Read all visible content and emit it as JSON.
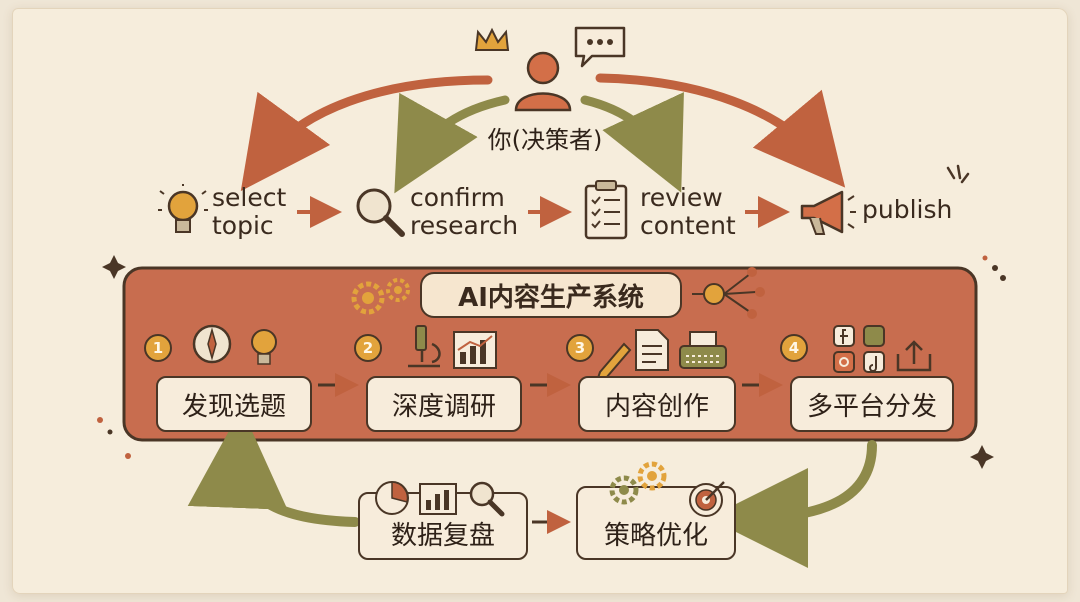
{
  "decider": {
    "label": "你(决策者)"
  },
  "human_steps": [
    {
      "id": "select",
      "line1": "select",
      "line2": "topic"
    },
    {
      "id": "confirm",
      "line1": "confirm",
      "line2": "research"
    },
    {
      "id": "review",
      "line1": "review",
      "line2": "content"
    },
    {
      "id": "publish",
      "line1": "publish",
      "line2": ""
    }
  ],
  "system": {
    "title": "AI内容生产系统",
    "stages": [
      {
        "num": "1",
        "label": "发现选题"
      },
      {
        "num": "2",
        "label": "深度调研"
      },
      {
        "num": "3",
        "label": "内容创作"
      },
      {
        "num": "4",
        "label": "多平台分发"
      }
    ]
  },
  "feedback": {
    "review_label": "数据复盘",
    "optimize_label": "策略优化"
  },
  "colors": {
    "paper": "#f6eddc",
    "system_panel": "#c86d4f",
    "arrow_red": "#c0623f",
    "arrow_olive": "#8e8a4a",
    "accent_yellow": "#e2a33c",
    "outline": "#4a3626"
  }
}
